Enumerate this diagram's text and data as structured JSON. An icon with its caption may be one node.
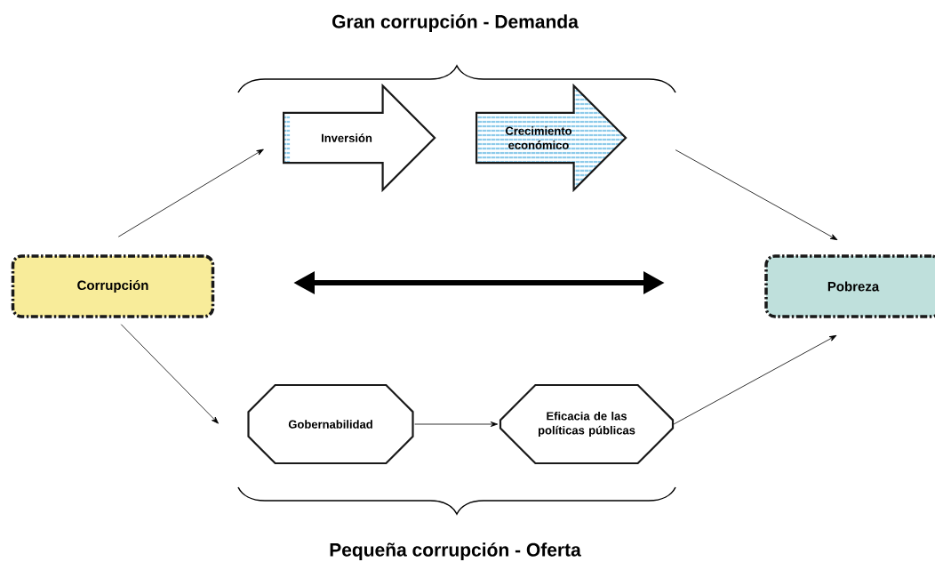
{
  "diagram": {
    "nodes": [
      {
        "text": [
          "Corrupción"
        ]
      },
      {
        "text": [
          "Inversión"
        ]
      },
      {
        "text": [
          "Crecimiento económico"
        ]
      },
      {
        "text": [
          "Pobreza"
        ]
      },
      {
        "text": [
          "Gobernabilidad"
        ]
      },
      {
        "text": [
          "Eficacia de las políticas públicas"
        ]
      }
    ],
    "edges": [
      {
        "from": 0,
        "to": 1,
        "arrow": "to"
      },
      {
        "from": 2,
        "to": 3,
        "arrow": "to"
      },
      {
        "from": 0,
        "to": 4,
        "arrow": "to"
      },
      {
        "from": 4,
        "to": 5,
        "arrow": "to"
      },
      {
        "from": 5,
        "to": 3,
        "arrow": "to"
      }
    ],
    "labels": [
      "Gran corrupción - Demanda",
      "Pequeña corrupción - Oferta"
    ]
  }
}
